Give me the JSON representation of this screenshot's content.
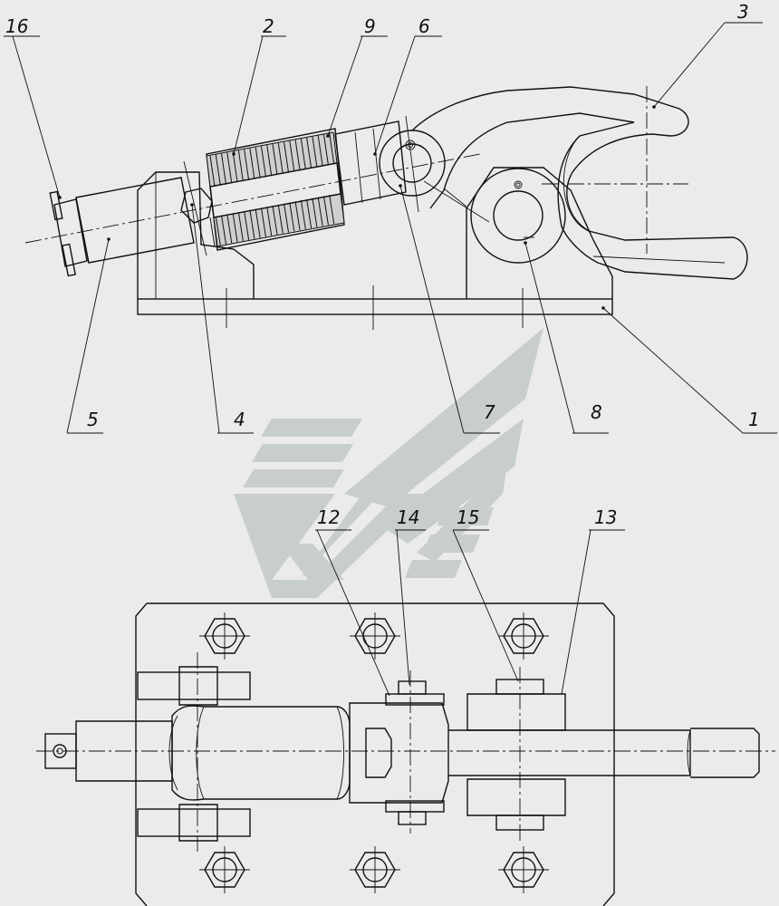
{
  "callouts": {
    "top": [
      "16",
      "2",
      "9",
      "6",
      "3",
      "5",
      "4",
      "7",
      "8",
      "1"
    ],
    "bottom": [
      "12",
      "14",
      "15",
      "13"
    ]
  },
  "colors": {
    "background": "#ebebeb",
    "line": "#111111",
    "watermark": "#bfc4c4"
  }
}
